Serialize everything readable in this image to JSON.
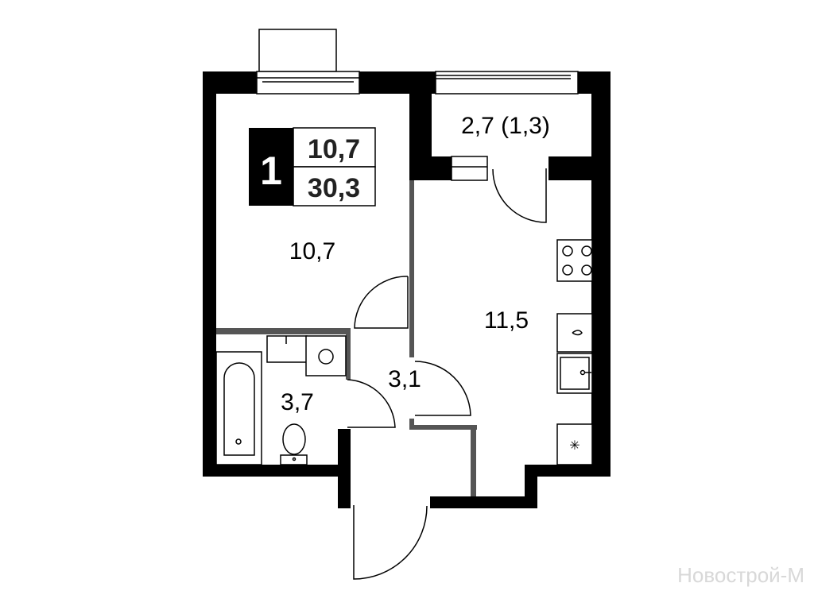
{
  "plan": {
    "rooms_count": "1",
    "living_area": "10,7",
    "total_area": "30,3",
    "rooms": [
      {
        "name": "living-room",
        "area": "10,7"
      },
      {
        "name": "loggia",
        "area": "2,7 (1,3)"
      },
      {
        "name": "kitchen",
        "area": "11,5"
      },
      {
        "name": "hallway",
        "area": "3,1"
      },
      {
        "name": "bathroom",
        "area": "3,7"
      }
    ]
  },
  "watermark": "Новострой-М",
  "colors": {
    "wall": "#000000",
    "partition": "#555555",
    "watermark": "#d8d8d8"
  }
}
